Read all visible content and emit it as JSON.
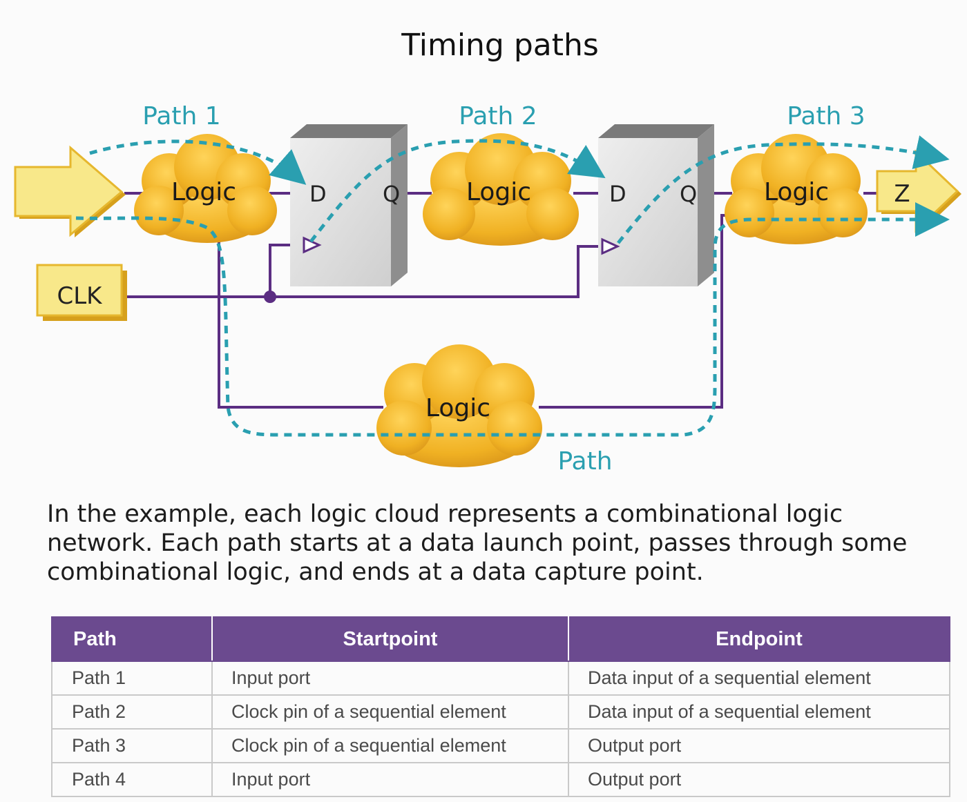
{
  "diagram": {
    "title": "Timing paths",
    "path_labels": [
      "Path 1",
      "Path 2",
      "Path 3",
      "Path"
    ],
    "logic_label": "Logic",
    "clk_label": "CLK",
    "output_label": "Z",
    "pin_d": "D",
    "pin_q": "Q",
    "colors": {
      "wire": "#5b2d82",
      "dashed_path": "#2a9fb0",
      "cloud": "#f0b123",
      "flipflop": "#d8d8d8",
      "port": "#f8e88a"
    }
  },
  "description": "In the example, each logic cloud represents a combinational logic network. Each path starts at a data launch point, passes through some combinational logic, and ends at a data capture point.",
  "table": {
    "headers": [
      "Path",
      "Startpoint",
      "Endpoint"
    ],
    "rows": [
      [
        "Path 1",
        "Input port",
        "Data input of a sequential element"
      ],
      [
        "Path 2",
        "Clock pin of a sequential element",
        "Data input of a sequential element"
      ],
      [
        "Path 3",
        "Clock pin of a sequential element",
        "Output port"
      ],
      [
        "Path 4",
        "Input port",
        "Output port"
      ]
    ],
    "header_color": "#6b4a8f"
  }
}
